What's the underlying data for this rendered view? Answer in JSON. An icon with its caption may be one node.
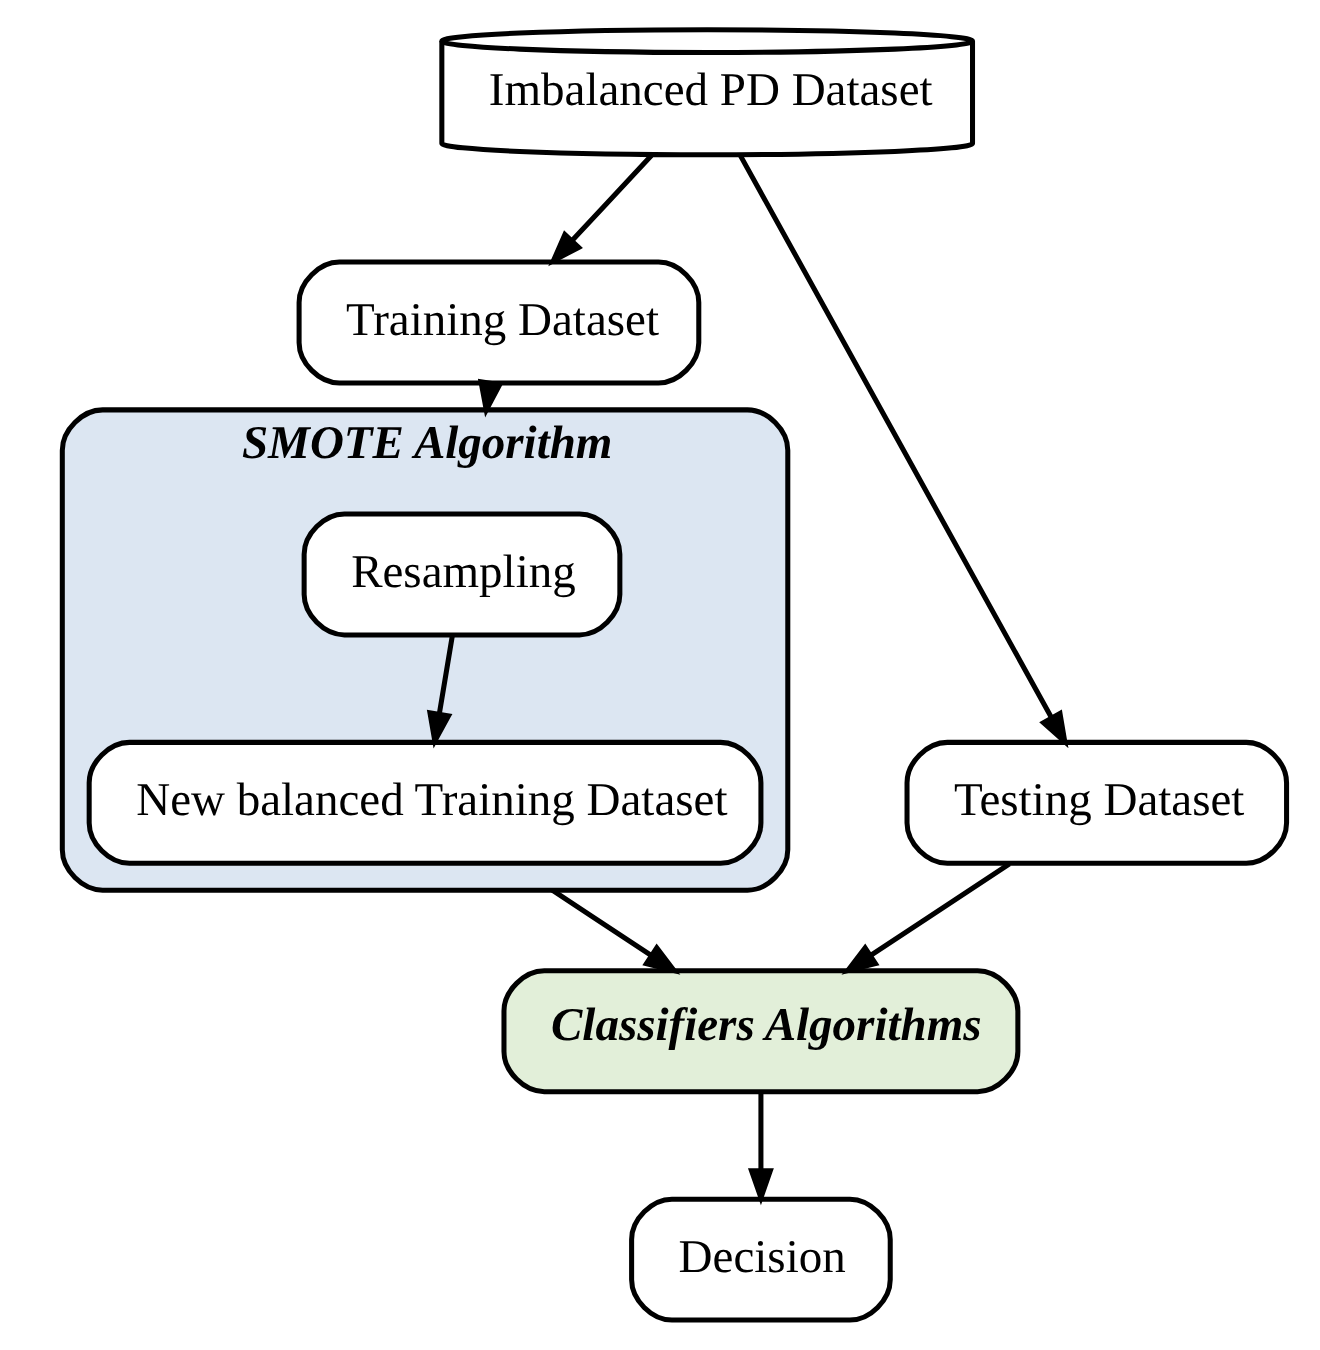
{
  "diagram": {
    "nodes": [
      {
        "text": [
          "Imbalanced PD Dataset"
        ]
      },
      {
        "text": [
          "Training Dataset"
        ]
      },
      {
        "text": [
          "Testing Dataset"
        ]
      },
      {
        "text": [
          "SMOTE Algorithm"
        ]
      },
      {
        "text": [
          "Resampling"
        ],
        "in": 3
      },
      {
        "text": [
          "New balanced Training Dataset"
        ],
        "in": 3
      },
      {
        "text": [
          "Classifiers Algorithms"
        ]
      },
      {
        "text": [
          "Decision"
        ]
      }
    ],
    "edges": [
      {
        "from": 0,
        "to": 1,
        "arrow": "to"
      },
      {
        "from": 0,
        "to": 2,
        "arrow": "to"
      },
      {
        "from": 1,
        "to": 3,
        "arrow": "to"
      },
      {
        "from": 4,
        "to": 5,
        "arrow": "to"
      },
      {
        "from": 3,
        "to": 6,
        "arrow": "to"
      },
      {
        "from": 2,
        "to": 6,
        "arrow": "to"
      },
      {
        "from": 6,
        "to": 7,
        "arrow": "to"
      }
    ]
  }
}
